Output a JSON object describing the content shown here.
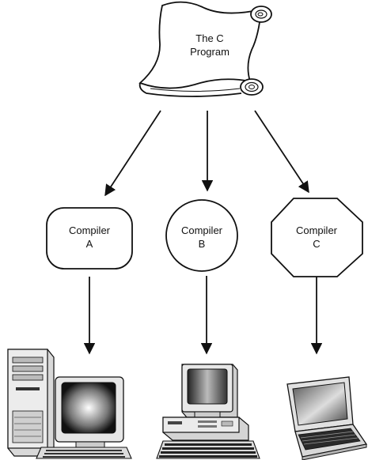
{
  "diagram": {
    "source": {
      "line1": "The C",
      "line2": "Program",
      "icon": "scroll-icon"
    },
    "compilers": [
      {
        "line1": "Compiler",
        "line2": "A",
        "shape": "rounded-rectangle"
      },
      {
        "line1": "Compiler",
        "line2": "B",
        "shape": "circle"
      },
      {
        "line1": "Compiler",
        "line2": "C",
        "shape": "octagon"
      }
    ],
    "computers": [
      {
        "icon": "desktop-tower-computer-icon"
      },
      {
        "icon": "desktop-computer-icon"
      },
      {
        "icon": "laptop-computer-icon"
      }
    ],
    "colors": {
      "stroke": "#111111",
      "background": "#ffffff"
    }
  }
}
